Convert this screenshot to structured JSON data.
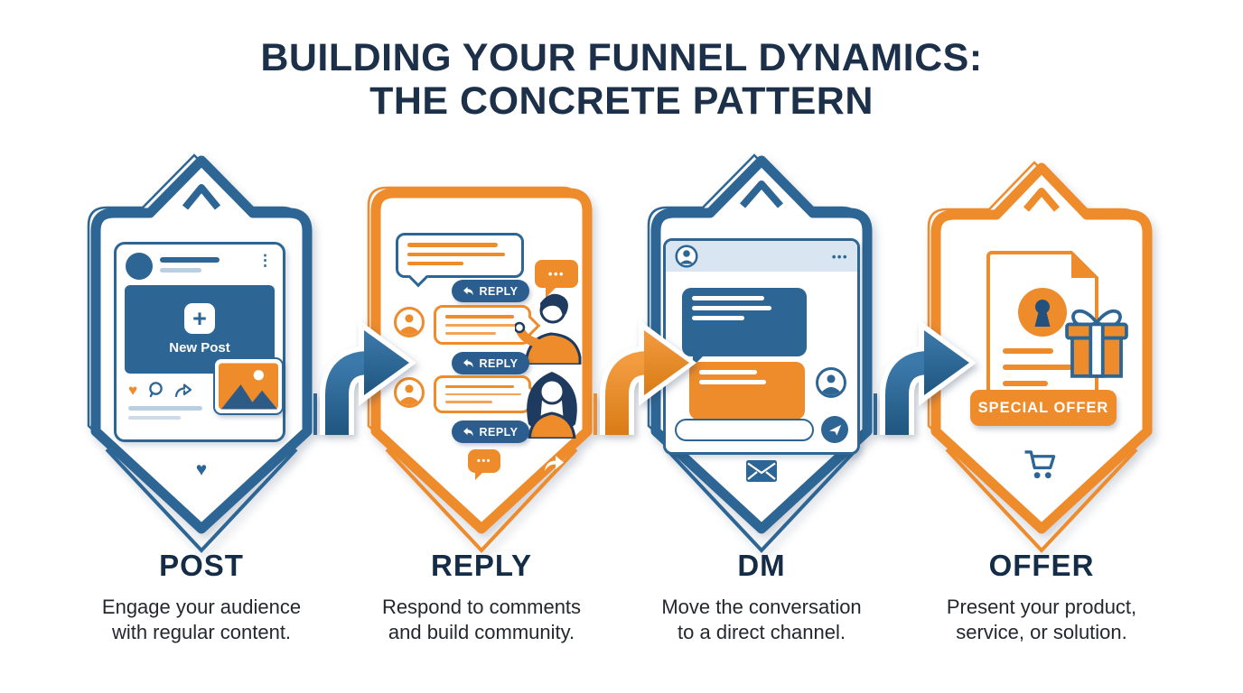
{
  "title": {
    "line1": "BUILDING YOUR FUNNEL DYNAMICS:",
    "line2": "THE CONCRETE PATTERN"
  },
  "colors": {
    "navy_text": "#1c3049",
    "blue_accent": "#2d6694",
    "orange_accent": "#ee8b2b",
    "reply_pill_blue": "#2b5e8e",
    "light_blue_line": "#b9cfe2",
    "pale_blue_header": "#d9e5f1"
  },
  "icons": {
    "plus": "+",
    "kebab": "⋮",
    "dots": "•••",
    "heart": "♥"
  },
  "stages": [
    {
      "name": "POST",
      "description": "Engage your audience with regular content.",
      "accent": "blue",
      "post_card": {
        "new_post_label": "New Post"
      }
    },
    {
      "name": "REPLY",
      "description": "Respond to comments and build community.",
      "accent": "orange",
      "reply_button_label": "REPLY"
    },
    {
      "name": "DM",
      "description": "Move the conversation to a direct channel.",
      "accent": "blue"
    },
    {
      "name": "OFFER",
      "description": "Present your product, service, or solution.",
      "accent": "orange",
      "offer_button_label": "SPECIAL OFFER"
    }
  ],
  "arrows": [
    {
      "color": "blue",
      "direction": "right"
    },
    {
      "color": "orange",
      "direction": "right"
    },
    {
      "color": "blue",
      "direction": "right"
    }
  ]
}
